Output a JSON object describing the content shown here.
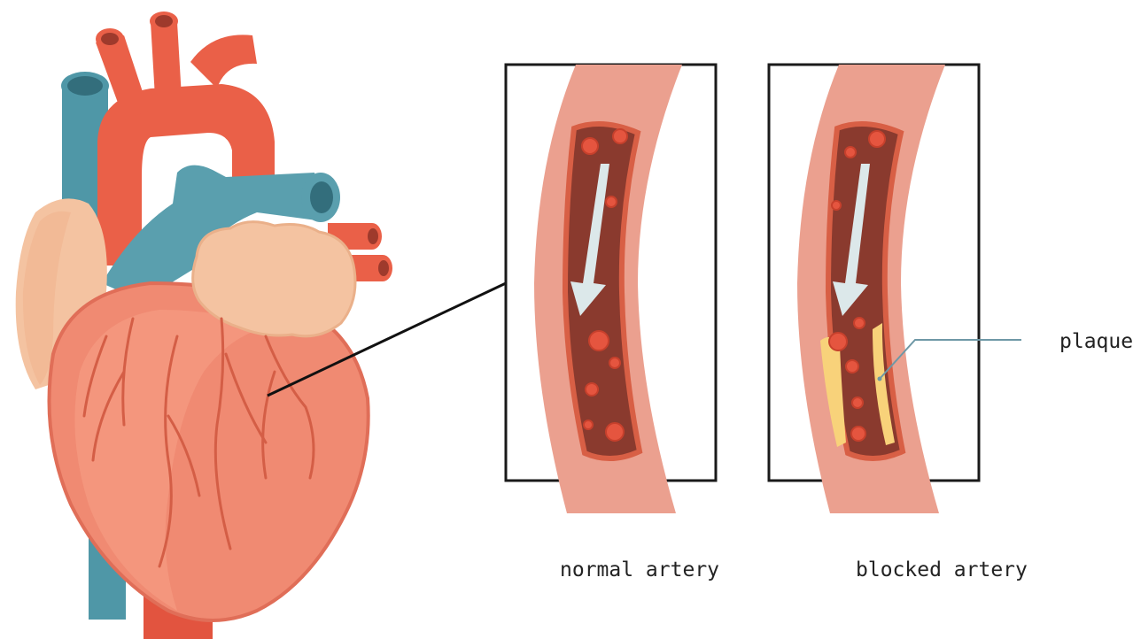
{
  "labels": {
    "normal_artery": "normal artery",
    "blocked_artery": "blocked artery",
    "plaque": "plaque"
  },
  "colors": {
    "aorta_red": "#ea6048",
    "vein_blue": "#4f97a7",
    "vein_blue_light": "#67a9b7",
    "heart_muscle": "#f08a72",
    "heart_muscle_light": "#f59b82",
    "heart_outline": "#e06e58",
    "fat_peach": "#f4c3a1",
    "artery_wall": "#eba08f",
    "lumen": "#8a3a2e",
    "lumen_border": "#d85f45",
    "blood_cell": "#e5553f",
    "flow_arrow": "#dce8ea",
    "plaque_yellow": "#f8d27a",
    "text": "#222222",
    "frame": "#1a1a1a"
  }
}
